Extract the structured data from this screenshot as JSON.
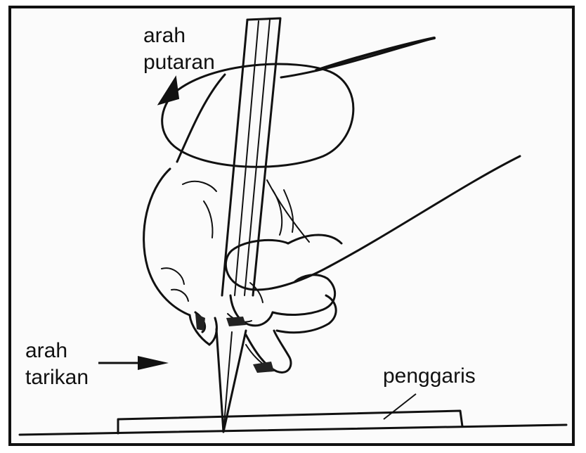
{
  "labels": {
    "rotation_line1": "arah",
    "rotation_line2": "putaran",
    "pull_line1": "arah",
    "pull_line2": "tarikan",
    "ruler": "penggaris"
  },
  "colors": {
    "ink": "#111111",
    "paper": "#fbfbfb"
  }
}
